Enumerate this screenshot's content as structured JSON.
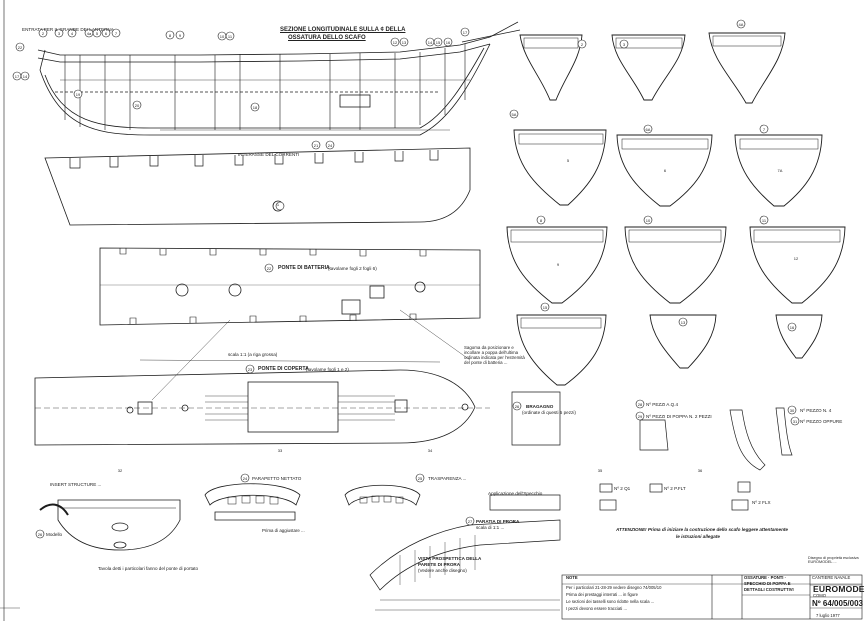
{
  "drawing": {
    "section_title_line1": "SEZIONE LONGITUDINALE SULLA ¢ DELLA",
    "section_title_line2": "OSSATURA DELLO SCAFO",
    "keel_label": "ENTRATA PER IL GRANDE DEI LANTERNA",
    "keel_line_label": "INTERASSE DEL CORRENTI",
    "deck1_label": "PONTE DI BATTERIA",
    "deck1_sub": "(tavolame fogli 2 fogli 6)",
    "deck1_scale": "scala 1:1 (a riga grossa)",
    "deck2_label": "PONTE DI COPERTA",
    "deck2_sub": "(tavolame fogli 1 e 2)",
    "stern_note": "Sagoma da posizionare e incollare a poppa dell'ultima ordinata indicata per l'estremità del ponte di batteria ...",
    "part_bracket_label": "BRAGAGNO",
    "part_bracket_sub": "(ordinate di questi 5 pezzi)",
    "bracket_note": "Applicazione dell'Specchio",
    "transom_label": "PARAPETTO NETTATO",
    "transom_label2": "TRASPARENZA ...",
    "transom_note": "Prima di aggiustare ...",
    "galleria_label": "INSERT STRUCTURE ...",
    "part_label_left": "Modello",
    "deck_detail_note": "Tavola detti i particolari fanno del ponte di portato",
    "view_label_line1": "VISTA PROSPETTICA DELLA",
    "view_label_line2": "PARETE DI PRORA",
    "view_label_line3": "(Vedere anche disegno)",
    "piece_label": "PARATIA DI PRORA",
    "piece_sub": "scala di 1:1 ...",
    "attention_line1": "ATTENZIONE! Prima di iniziare la costruzione dello scafo leggere attentamente",
    "attention_line2": "le istruzioni allegate",
    "cut_a": "Nº PEZZI A.Q.4",
    "cut_b": "Nº PEZZI DI POPPA N. 2 PEZZI",
    "cut_c": "Nº PEZZO N. 4",
    "cut_d": "Nº PEZZO OPPURE",
    "small_piece1": "Nº 2 Q1",
    "small_piece2": "Nº 2 P.FLT",
    "small_piece3": "Nº 2 FLX",
    "legend_notes_title": "NOTE",
    "legend_note1": "Per i particolari 21-28-29 vedere disegno 74/005/10",
    "legend_note2": "Prima dei prestaggi interrati ... in figure",
    "legend_note3": "Le sezioni dei tasselli sono ridotte nella scala ...",
    "legend_note4": "I pezzi devono essere tracciati ...",
    "title_main": "OSSATURE · PONTI ·",
    "title_line2": "SPECCHIO DI POPPA E",
    "title_line3": "DETTAGLI COSTRUTTIVI",
    "brand": "EUROMODEL",
    "brand_sub": "COMO",
    "drawing_number": "Nº 64/005/003",
    "date_label": "7 luglio 1977",
    "copyright_note": "Disegno di proprietà esclusiva EUROMODEL ...",
    "stamp": "CANTIERE NAVALE",
    "frame_numbers_top": [
      "2",
      "3",
      "4",
      "4a",
      "5",
      "6",
      "7",
      "8",
      "9",
      "10",
      "11",
      "12",
      "13",
      "14",
      "15",
      "16",
      "17"
    ],
    "frame_numbers_side": [
      "22",
      "17",
      "14",
      "19",
      "20",
      "18",
      "21",
      "24",
      "26"
    ],
    "section_numbers_row1": [
      "2",
      "3",
      "4A"
    ],
    "section_numbers_row2": [
      "5A",
      "5",
      "6A",
      "6",
      "7",
      "7A"
    ],
    "section_numbers_row3": [
      "8",
      "9",
      "10",
      "11",
      "12"
    ],
    "section_numbers_row4": [
      "15",
      "13",
      "16"
    ],
    "part_numbers": [
      "1",
      "22",
      "23",
      "24",
      "25",
      "26",
      "27",
      "28",
      "29",
      "30",
      "31",
      "32",
      "33",
      "34",
      "35",
      "36"
    ]
  },
  "colors": {
    "line": "#1c1c1c",
    "paper": "#ffffff",
    "faint": "#6a6a6a"
  }
}
